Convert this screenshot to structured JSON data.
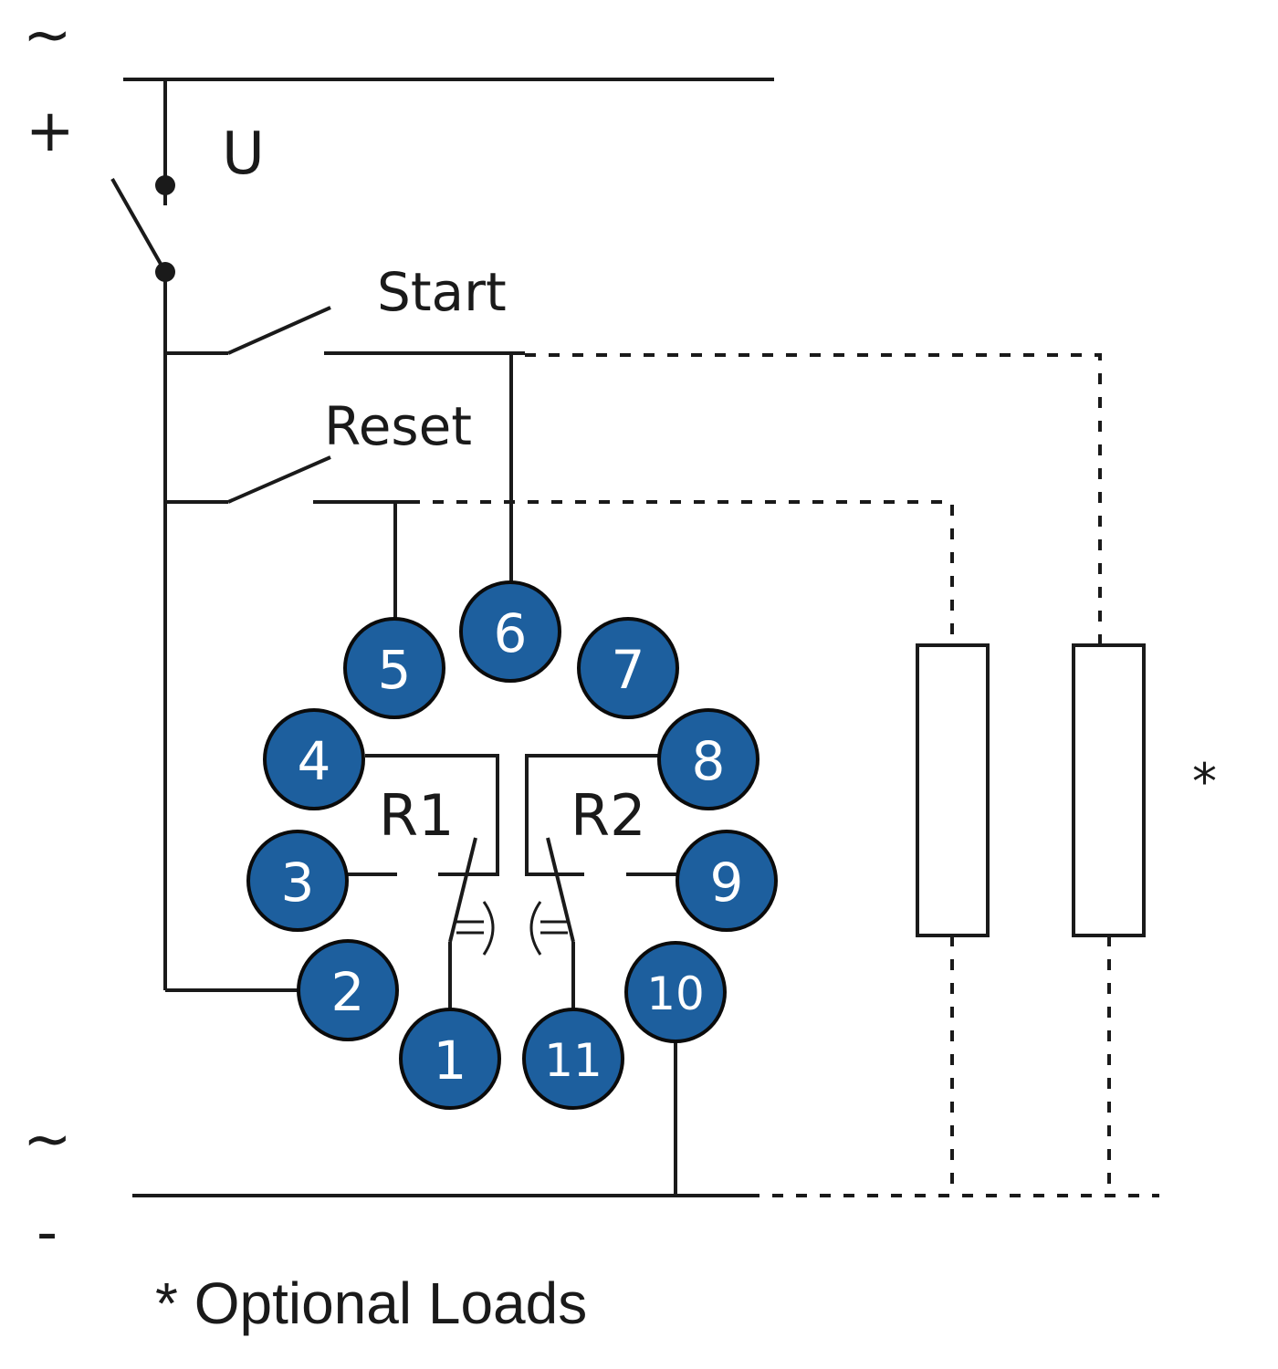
{
  "colors": {
    "pin_fill": "#1d5f9e",
    "pin_text": "#ffffff",
    "line": "#1a1a1a"
  },
  "supply": {
    "top_ac_symbol": "~",
    "top_dc_symbol": "+",
    "bottom_ac_symbol": "~",
    "bottom_dc_symbol": "-",
    "voltage_label": "U"
  },
  "switches": {
    "start_label": "Start",
    "reset_label": "Reset"
  },
  "relays": {
    "r1_label": "R1",
    "r2_label": "R2"
  },
  "pins": [
    "1",
    "2",
    "3",
    "4",
    "5",
    "6",
    "7",
    "8",
    "9",
    "10",
    "11"
  ],
  "loads": {
    "marker": "*"
  },
  "footnote": {
    "text": "* Optional Loads"
  }
}
